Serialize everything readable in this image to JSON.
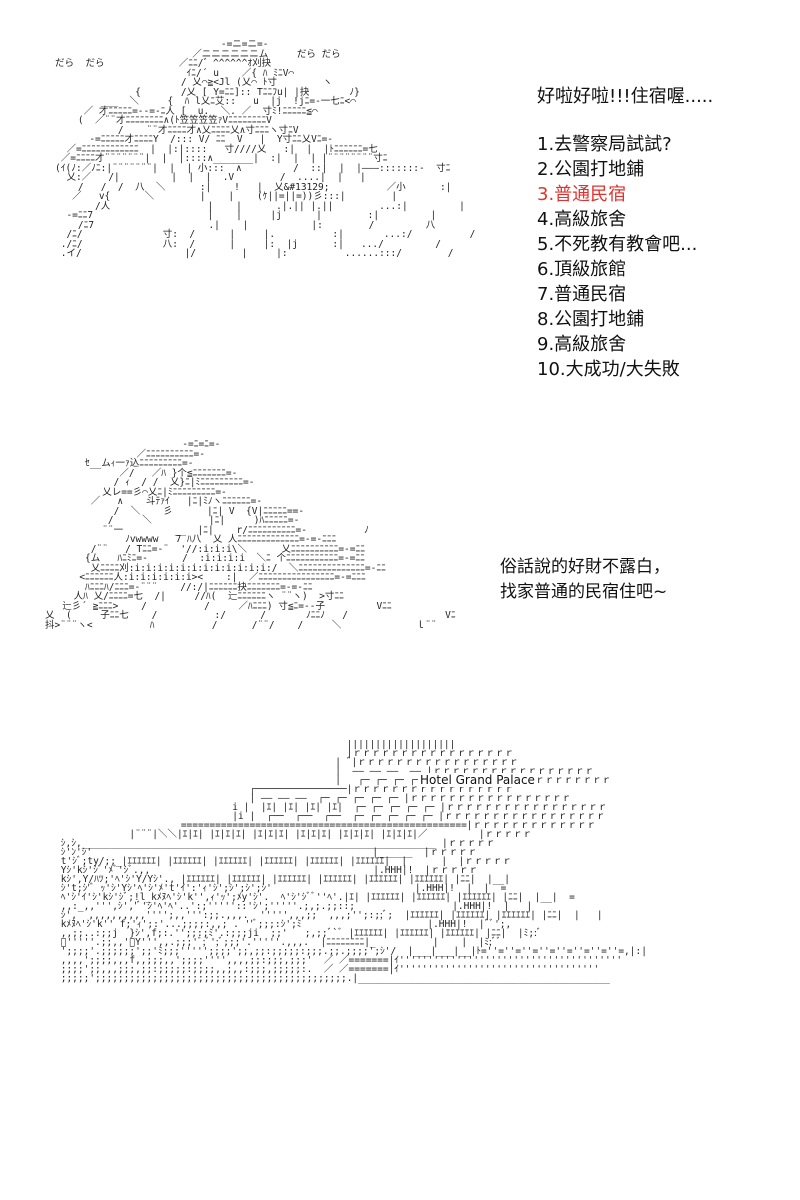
{
  "art": {
    "top": "                             -=ニ=ニ=-\n                        ／ニニニニニニム     だら だら\nだら  だら             ／ﾆﾆ/゛^^^^^^ｵ刈抉\n                       ｲﾆ/´ u    ／{ ﾊ ﾐﾆV⌒\n                      / 乂⌒≧<Jl (乂⌒ ﾄ寸        ヽ\n              {       /乂 [ Y=ﾆﾆ]:: Tﾆﾆﾌu| |抉       ﾉ}\n        ___  ＼     {  ﾊ l乂ﾆ艾::   u  |j  !jﾆ=-一七ﾆ<⌒\n     ／ 才ﾆﾆﾆﾆﾆ=--=-ﾆ人 [  u.  ＼. ／  寸ﾐ!ﾆﾆﾆﾆﾆ≦⌒\n    (  ／¨¨才ﾆﾆﾆﾆﾆﾆﾆﾆ∧(ﾄ笠笠笠笠ｧVﾆﾆﾆﾆﾆﾆﾆﾆV\n           /    ¨¨才ﾆﾆﾆﾆ才∧乂ﾆﾆﾆﾆ乂∧寸ﾆﾆﾆヽ寸ﾆV\n      -=ﾆﾆﾆﾆﾆ才ﾆﾆﾆﾆY  /::: V/ ﾆﾆ  V   |  Y寸ﾆﾆ乂Vﾆ=-\n  ／=ﾆﾆﾆﾆﾆﾆﾆﾆﾆﾆﾆﾆ  |  |:|::::   寸////乂   :|  |  |ﾄﾆﾆﾆﾆﾆﾆ=七\n ／=ﾆﾆﾆﾆ才¨¨¨¨¨¨¨|  |  |::::∧_______|  :|  |  | |¨¨¨¨¨¨¨¨寸ﾆ\n(ｲ(ﾉ:／ﾉﾆ:|¨¨¨¨¨¨¨|  |  | 小:::  ∧         /  ::|  |  |———:::::::‐  寸ﾆ\n  乂:／   /|         |  |  |  .V        /  ....|  |   |\n    /   /  /  八  ＼      :|    !   |  乂&#13129;          ／小      :|\n   ／   v{      ＼        |    |    (ｹ||=||=))彡:::|        |\n       /人                 |    |      .|.|| |.||        ...:|         |\n  -=ﾆﾆ7                    |    |     |j      |        :|         |\n    /ﾆ7                    .|    |           |:        /         八\n  /ﾆ/              寸:  /      |     |.          :|       ...:/          /\n ./ﾆ/              八:  /      |     |:  |j      :|   .../         /\n .イ/                  |/        |     |:          ......:::/        /",
    "middle": "                        -=ﾆ=ﾆ=-\n                ／ﾆﾆﾆﾆﾆﾆﾆﾆﾆﾆ=-\n       ｾ__ムｨ一ｧ込ﾆﾆﾆﾆﾆﾆﾆﾆﾆ=-\n             ／/   ／ﾊ }个≦ﾆﾆﾆﾆﾆﾆﾆ=-\n            / ｨ  / /  乂}ﾆ|ﾐﾆﾆﾆﾆﾆﾆﾆﾆﾆ=-\n          乂レ==彡⌒乂ﾆ|ﾐﾆﾆﾆﾆﾆﾆﾆﾆﾆ=-\n        ／   ∧    斗ﾃｧｲ   |ﾆ|ﾐﾉヽﾆﾆﾆﾆﾆﾆ=-\n            /  ＼    彡      |ﾆ| V  {V|ﾆﾆﾆﾆﾆ==-\n           /     ＼          |ﾆ|     )ﾊﾆﾆﾆﾆﾆ=-\n          ¨¨一         __  |ﾆ|    r/ﾆﾆﾆﾆﾆﾆﾆﾆﾆﾆ=-          ﾉ\n              ﾉvwwww   7 ﾊ八  乂 人ﾆﾆﾆﾆﾆﾆﾆﾆﾆﾆﾆﾆﾆ=-=-ﾆﾆﾆ\n        /¨¨   / Tﾆﾆ=-¨  '//:i:i:i\\＼      乂ﾆﾆﾆﾆﾆﾆﾆﾆﾆﾆ=-=ﾆﾆ\n       {ム   ﾊﾆﾐﾆ=-      /  :i:i:i:i  ＼ﾆ 个ﾆﾆﾆﾆﾆﾆﾆﾆﾆﾆﾆ=-=ﾆﾆ\n        乂ﾆﾆﾆﾆ刈:i:i:i:i:i:i:i:i:i:i:i:i:/  ＼ﾆﾆﾆﾆﾆﾆﾆﾆﾆﾆﾆﾆﾆﾆ=-ﾆﾆ\n      <ﾆﾆﾆﾆﾆﾆ人:i:i:i:i:i:i><    :|  ／ﾆﾆﾆﾆﾆﾆﾆﾆﾆﾆﾆﾆﾆﾆﾆﾆ=-=ﾆﾆﾆ\n       ﾊﾆﾆﾆﾊ/ﾆﾆﾆ=-¨¨¨    //:/|ﾆﾆﾆﾆﾆﾆ抉ﾆﾆﾆﾆﾆﾆﾆ=-=-ﾆﾆ\n     人ﾊ 乂/ﾆﾆﾆﾆ=七  /|     //ﾊ(  辷ﾆﾆﾆﾆﾆﾆヽ ¨¨ヽ)  >寸ﾆﾆ\n   辷彡´ ≧ﾆﾆﾆ>    /          /     ／ﾊﾆﾆﾆ) 寸≦ﾆ=--子         Vﾆﾆ\n乂  (     子ﾆﾆ七    /          :/      /       ﾉﾆﾆﾉ   /                 Vﾆ\n抖>¨¨¨ヽ<          ﾊ          /      /¨¨/    /     ＼             ｌ¨¨",
    "bottom": "                                                   |||||||||||||||||||\n                                                   |ｒｒｒｒｒｒｒｒｒｒｒｒｒｒｒｒｒ\n                                                 | ﾞ|ｒｒｒｒｒｒｒｒｒｒｒｒｒｒｒｒｒ\n                                                 |  —— —— ——  —— |ｒｒｒｒｒｒｒｒｒｒｒｒｒｒｒｒｒ\n                                                 |   ┌─ ┌─ ┌─ ┌─ ┌─ |ｒｒｒｒｒｒｒｒｒｒｒｒｒｒｒｒｒ\n                                  ┌────────────────|ｒｒｒｒｒｒｒｒｒｒｒｒｒｒｒｒｒ\n                                  | —— —— ——  ┌─ ┌─ ┌─ ┌─ ┌─ |ｒｒｒｒｒｒｒｒｒｒｒｒｒｒｒｒｒ\n                               i |  |ｴ| |ｴ| |ｴ| |ｴ|  ┌─ ┌─ ┌─ ┌─ ┌─ |ｒｒｒｒｒｒｒｒｒｒｒｒｒｒｒｒｒ\n                               |i |  ┌──  ┌──  ┌──  ┌─ ┌─ ┌─ ┌─ ┌─ |ｒｒｒｒｒｒｒｒｒｒｒｒｒｒｒｒｒ\n                      ==================================================|ｒｒｒｒｒｒｒｒｒｒｒｒｒ\n             |¨¨¨|＼＼|ｴ|ｴ| |ｴ|ｴ|ｴ| |ｴ|ｴ|ｴ| |ｴ|ｴ|ｴ| |ｴ|ｴ|ｴ| |ｴ|ｴ|ｴ|／         |ｒｒｒｒｒ\n ｼ,ｼ,______________________________________________________________ |ｒｒｒｒｒ\n ｼ'ﾝ'ｼ'                                                 |______  |ｒｒｒｒｒ\n t'ｼﾞ;ty/;;_|ｴｴｴｴｴｴ| |ｴｴｴｴｴｴ| |ｴｴｴｴｴｴ| |ｴｴｴｴｴｴ| |ｴｴｴｴｴｴ| |ｴｴｴｴｴｴ|  |      |  |ｒｒｒｒｒ\n Yｼ'kｼ'ｼﾞ'ﾒﾞ'ｼﾞ.,,                                       |.HHH|!  |ｒｒｒｒｒ\n kｼ',Y/ﾊﾂ;'ﾍ'ｼ'Y/Yｼ'., |ｴｴｴｴｴｴ| |ｴｴｴｴｴｴ| |ｴｴｴｴｴｴ| |ｴｴｴｴｴｴ| |ｴｴｴｴｴｴ| |ｴｴｴｴｴｴ| |ﾆﾆ|  |__|\n ｼ't;ｼ'ﾞ ｯ'ｼ'Yｼ'ﾍ'ｼ'ﾒ't'ｲ':'ｨ'ｼ';ｼ';ｼ';ｼ'                         |.HHH|!  |  |  =\n ﾍ'ｼ'ｲ'ｼ'kｼ'ｼﾞ;!l_kﾒﾇﾍ'ｼ'k'',ｨ'ｯ';ﾒy'ｼ'.  ﾍ'ｼ'ｼﾞﾞ''ﾍ'.|ｴ| |ｴｴｴｴｴｴ| |ｴｴｴｴｴｴ| |ｴｴｴｴｴｴ| |ﾆﾆ|  |__|  =\n ,,:_,,''',ｼ','ﾞ'ｼ'ﾍ'ﾍ'..':;'''''::'ｼ';'''''.;,;.;;::;                 |.HHH|!  |   |\n ｼ',  ,,,,,,,,,,'''';,,''':;;.,,,.  ''''',,,;;  ,,,;'';:;;ﾞ;  |ｴｴｴｴｴｴ| |ｴｴｴｴｴｴ| |ｴｴｴｴｴｴ| |ﾆﾆ|  |   |\n kﾒﾇﾍ'ｼ'k'' f;'ｨ';:'...;;;;:,,; . ''ﾞ;;;:ｼ';ﾐ                      |.HHH|!  |ﾞﾞ';,\n ,,;;..:;;j  }ｼ',f;:.'';;:;ﾐ'.:;;;ji  ;;'   ;,;;ﾞ`ﾞ |ｴｴｴｴｴｴ| |ｴｴｴｴｴｴ| |ｴｴｴｴｴｴ| |ﾆﾆ|  |ﾐ;:ﾞ\n ﾞ'''''.;;,,'ﾞY''',,.;;;'ﾞ;ﾞ';ﾞ;;;'.'''''.,,,.  |ﾆﾆﾆﾆﾆﾆﾆﾆ|_          |    |  |ﾐ;ﾞﾞ\n ';;;;'.;;;;;;';;'ﾐ;;;''''';;;;';;,;;:;;;;;:;;;.;;.;;;;';ｼ'/  |___|___|__|ﾄ=''=''=''=''=''=''=''=''=,|:|\n ,,,,';;;;,,,f,,;;;,,';;;;'''',,,,;;:;;;,;;;'  ／ ／=======|ｲ'''''''''''''''''''''''''''''''''''''''\n ;;;;';;,,,;;;,;;:;;;;;:;;;;,,;,,:;;;,;;;;;:.  ／ ／=======|ｲ'''''''''''''''''''''''''''''''''''\n ;;;;;';;;;;;;;;;;;;;;;;;;;;;;;;;;;;;;;;;;;;;;;;;;;.|____________________________________________"
  },
  "menu": {
    "title": "好啦好啦!!!住宿喔.....",
    "items": [
      "1.去警察局試試?",
      "2.公園打地鋪",
      "3.普通民宿",
      "4.高級旅舍",
      "5.不死教有教會吧...",
      "6.頂級旅館",
      "7.普通民宿",
      "8.公園打地鋪",
      "9.高級旅舍",
      "10.大成功/大失敗"
    ],
    "highlight_index": 2,
    "highlight_color": "#e0332f"
  },
  "caption": {
    "line1": "俗話說的好財不露白，",
    "line2": "找家普通的民宿住吧~"
  },
  "hotel_sign": "Hotel Grand Palace"
}
